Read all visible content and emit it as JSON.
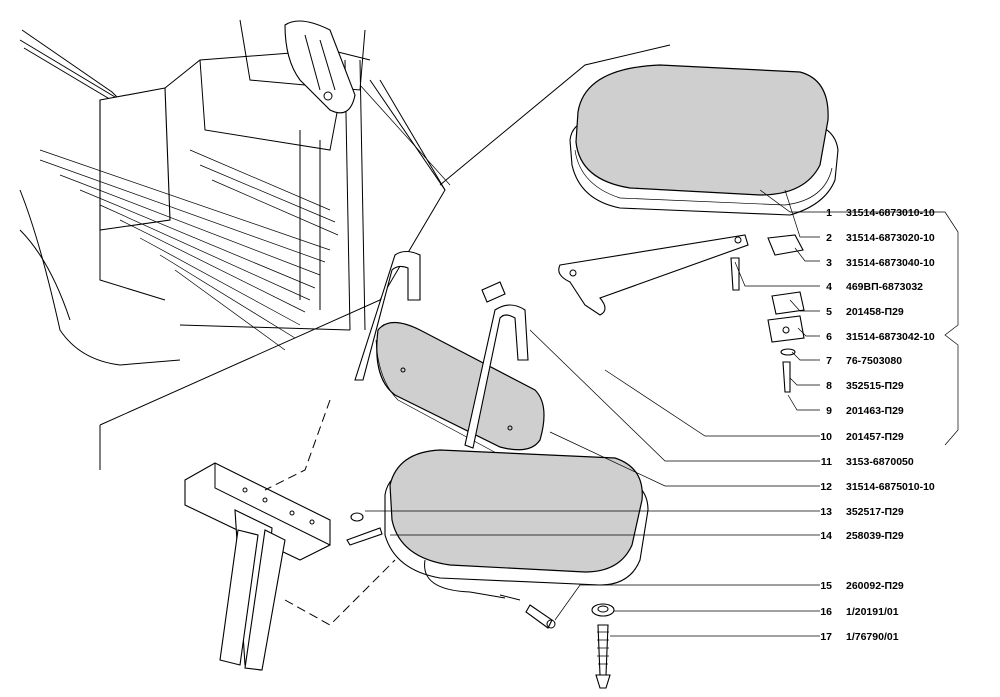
{
  "parts": [
    {
      "number": "1",
      "code": "31514-6873010-10"
    },
    {
      "number": "2",
      "code": "31514-6873020-10"
    },
    {
      "number": "3",
      "code": "31514-6873040-10"
    },
    {
      "number": "4",
      "code": "469ВП-6873032"
    },
    {
      "number": "5",
      "code": "201458-П29"
    },
    {
      "number": "6",
      "code": "31514-6873042-10"
    },
    {
      "number": "7",
      "code": "76-7503080"
    },
    {
      "number": "8",
      "code": "352515-П29"
    },
    {
      "number": "9",
      "code": "201463-П29"
    },
    {
      "number": "10",
      "code": "201457-П29"
    },
    {
      "number": "11",
      "code": "3153-6870050"
    },
    {
      "number": "12",
      "code": "31514-6875010-10"
    },
    {
      "number": "13",
      "code": "352517-П29"
    },
    {
      "number": "14",
      "code": "258039-П29"
    },
    {
      "number": "15",
      "code": "260092-П29"
    },
    {
      "number": "16",
      "code": "1/20191/01"
    },
    {
      "number": "17",
      "code": "1/76790/01"
    }
  ]
}
